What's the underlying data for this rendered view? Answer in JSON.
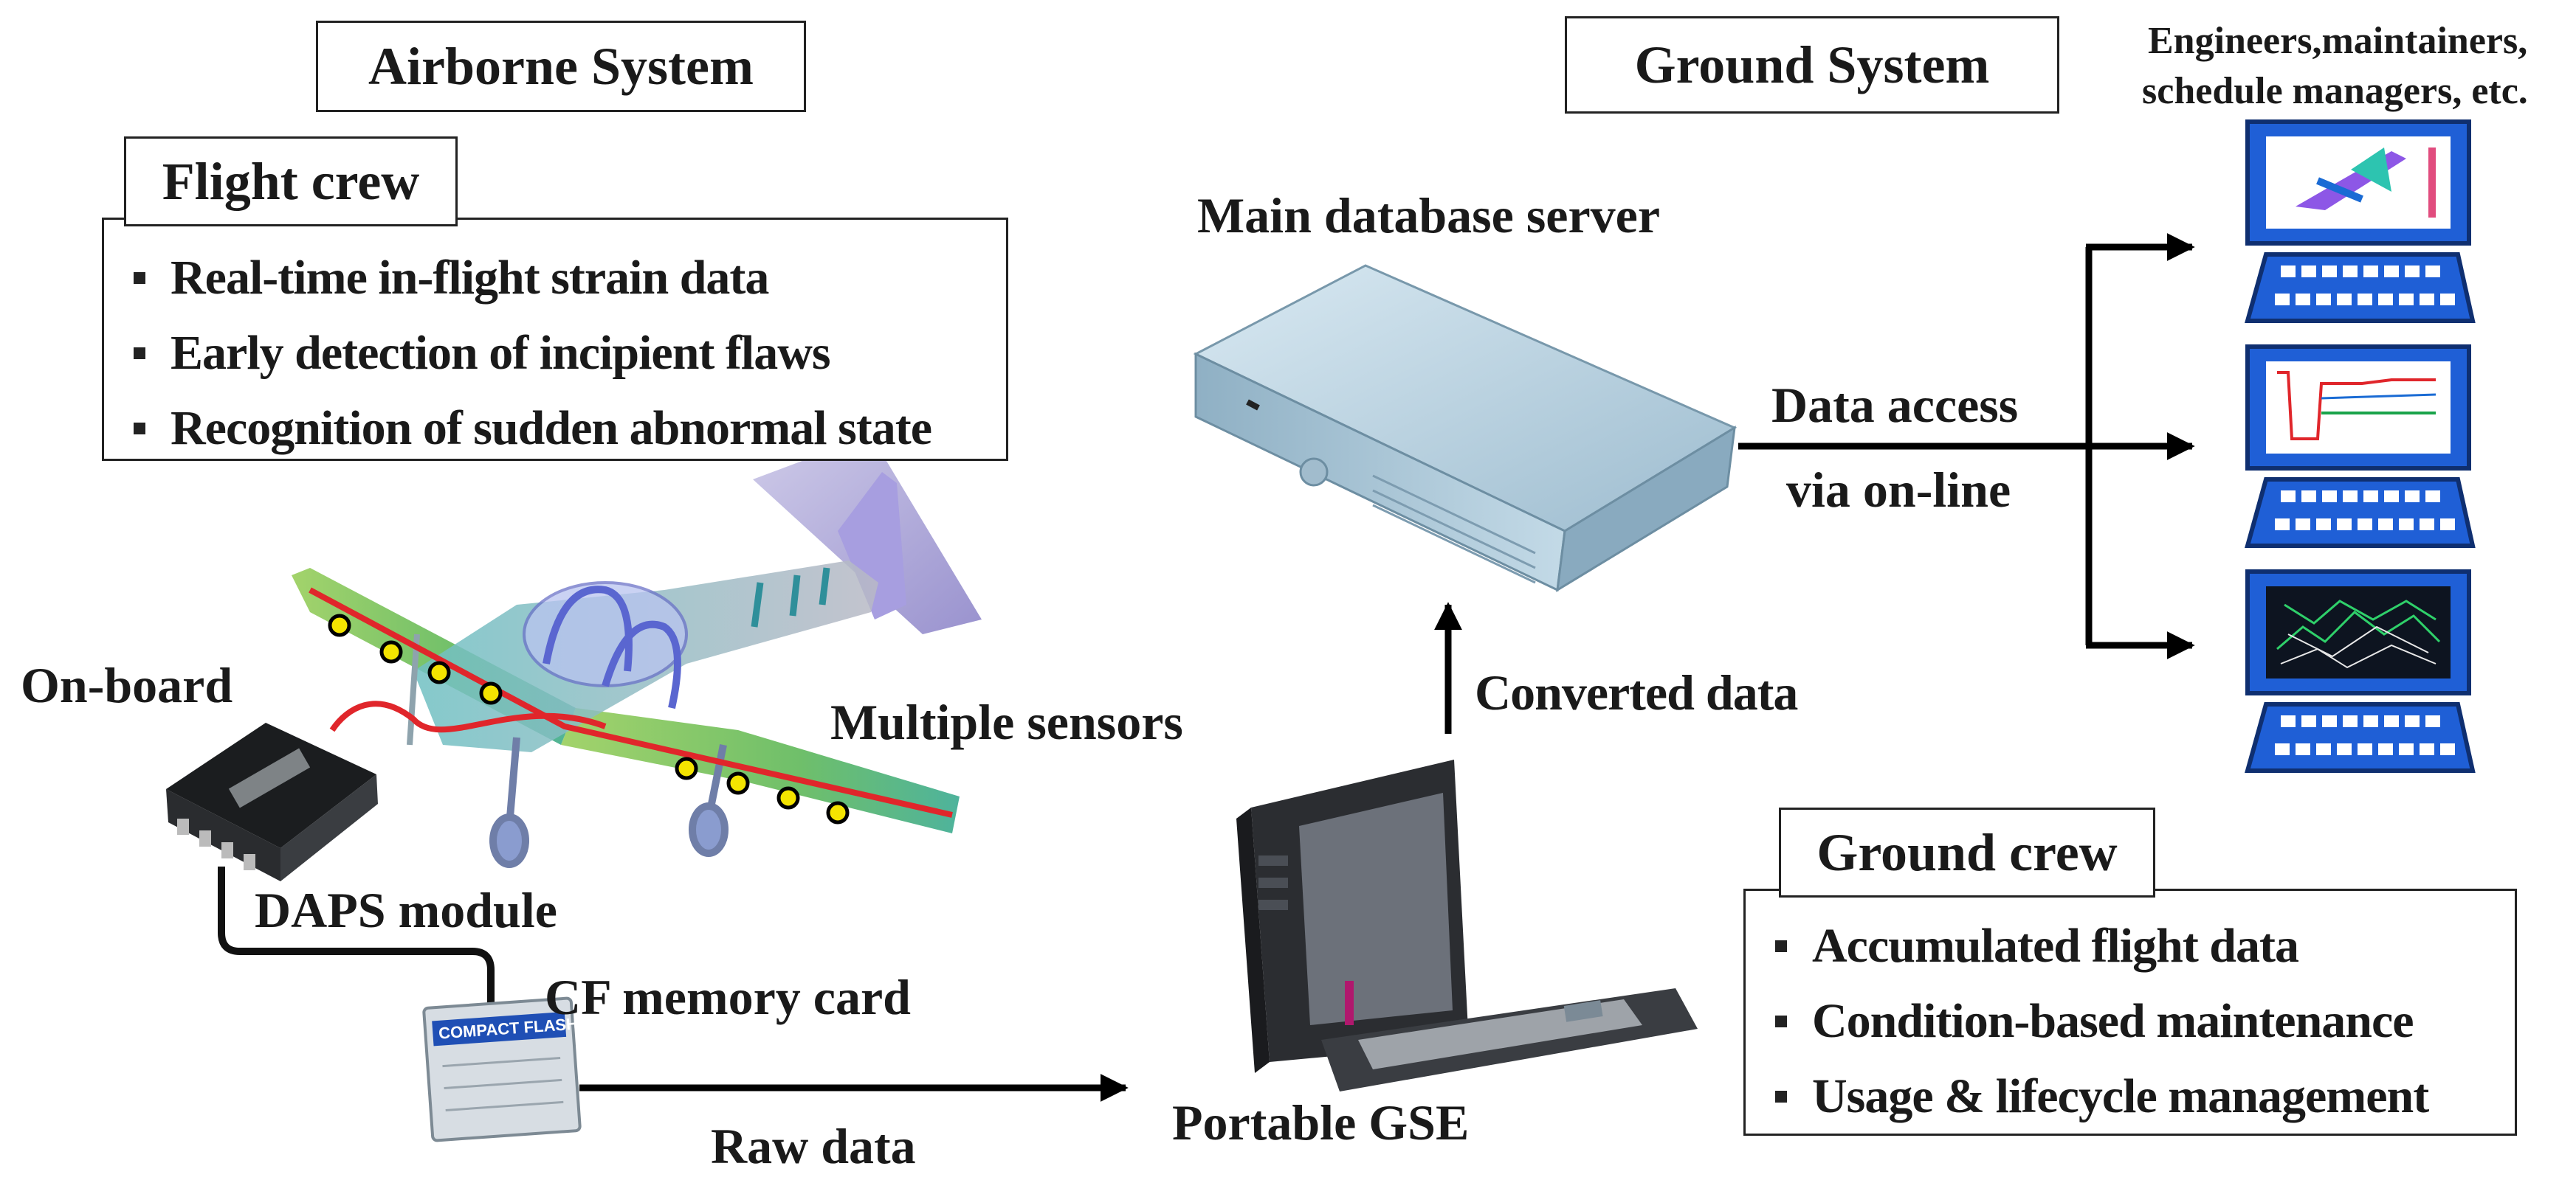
{
  "airborne": {
    "title": "Airborne System",
    "crew_title": "Flight crew",
    "items": [
      "Real-time in-flight strain data",
      "Early detection of incipient flaws",
      "Recognition of sudden abnormal state"
    ],
    "onboard_label": "On-board",
    "daps_label": "DAPS module",
    "sensors_label": "Multiple sensors",
    "cf_label": "CF memory card",
    "cf_card_text": "COMPACT FLASH",
    "raw_label": "Raw data",
    "gse_label": "Portable GSE"
  },
  "ground": {
    "title": "Ground System",
    "users_line1": "Engineers,maintainers,",
    "users_line2": "schedule managers, etc.",
    "server_label": "Main database server",
    "access_line1": "Data access",
    "access_line2": "via on-line",
    "converted_label": "Converted data",
    "crew_title": "Ground crew",
    "items": [
      "Accumulated flight data",
      "Condition-based maintenance",
      "Usage & lifecycle management"
    ]
  },
  "colors": {
    "accent_blue": "#1f5fd6",
    "wire_red": "#e0262b",
    "sensor_yellow": "#f4e400",
    "wing_green": "#7fc36a",
    "aircraft_teal": "#4fb3b8",
    "aircraft_purple": "#7a5ad8",
    "server_steel": "#a9c6d8"
  }
}
